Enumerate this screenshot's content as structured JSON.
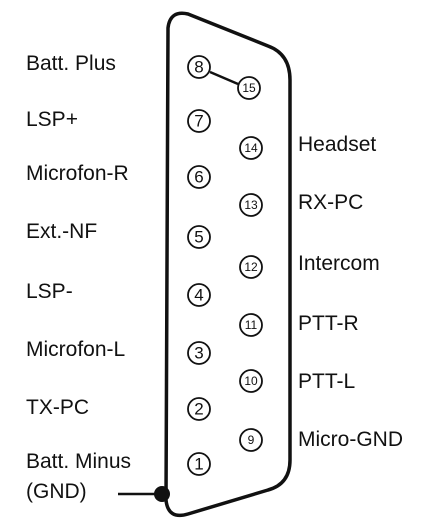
{
  "connector": {
    "top_row": [
      {
        "pin": "8",
        "label": "Batt. Plus"
      },
      {
        "pin": "7",
        "label": "LSP+"
      },
      {
        "pin": "6",
        "label": "Microfon-R"
      },
      {
        "pin": "5",
        "label": "Ext.-NF"
      },
      {
        "pin": "4",
        "label": "LSP-"
      },
      {
        "pin": "3",
        "label": "Microfon-L"
      },
      {
        "pin": "2",
        "label": "TX-PC"
      },
      {
        "pin": "1",
        "label": "Batt. Minus"
      }
    ],
    "bottom_row": [
      {
        "pin": "15",
        "label": ""
      },
      {
        "pin": "14",
        "label": "Headset"
      },
      {
        "pin": "13",
        "label": "RX-PC"
      },
      {
        "pin": "12",
        "label": "Intercom"
      },
      {
        "pin": "11",
        "label": "PTT-R"
      },
      {
        "pin": "10",
        "label": "PTT-L"
      },
      {
        "pin": "9",
        "label": "Micro-GND"
      }
    ],
    "gnd_label": "(GND)",
    "outline_color": "#111111",
    "text_color": "#111111"
  }
}
